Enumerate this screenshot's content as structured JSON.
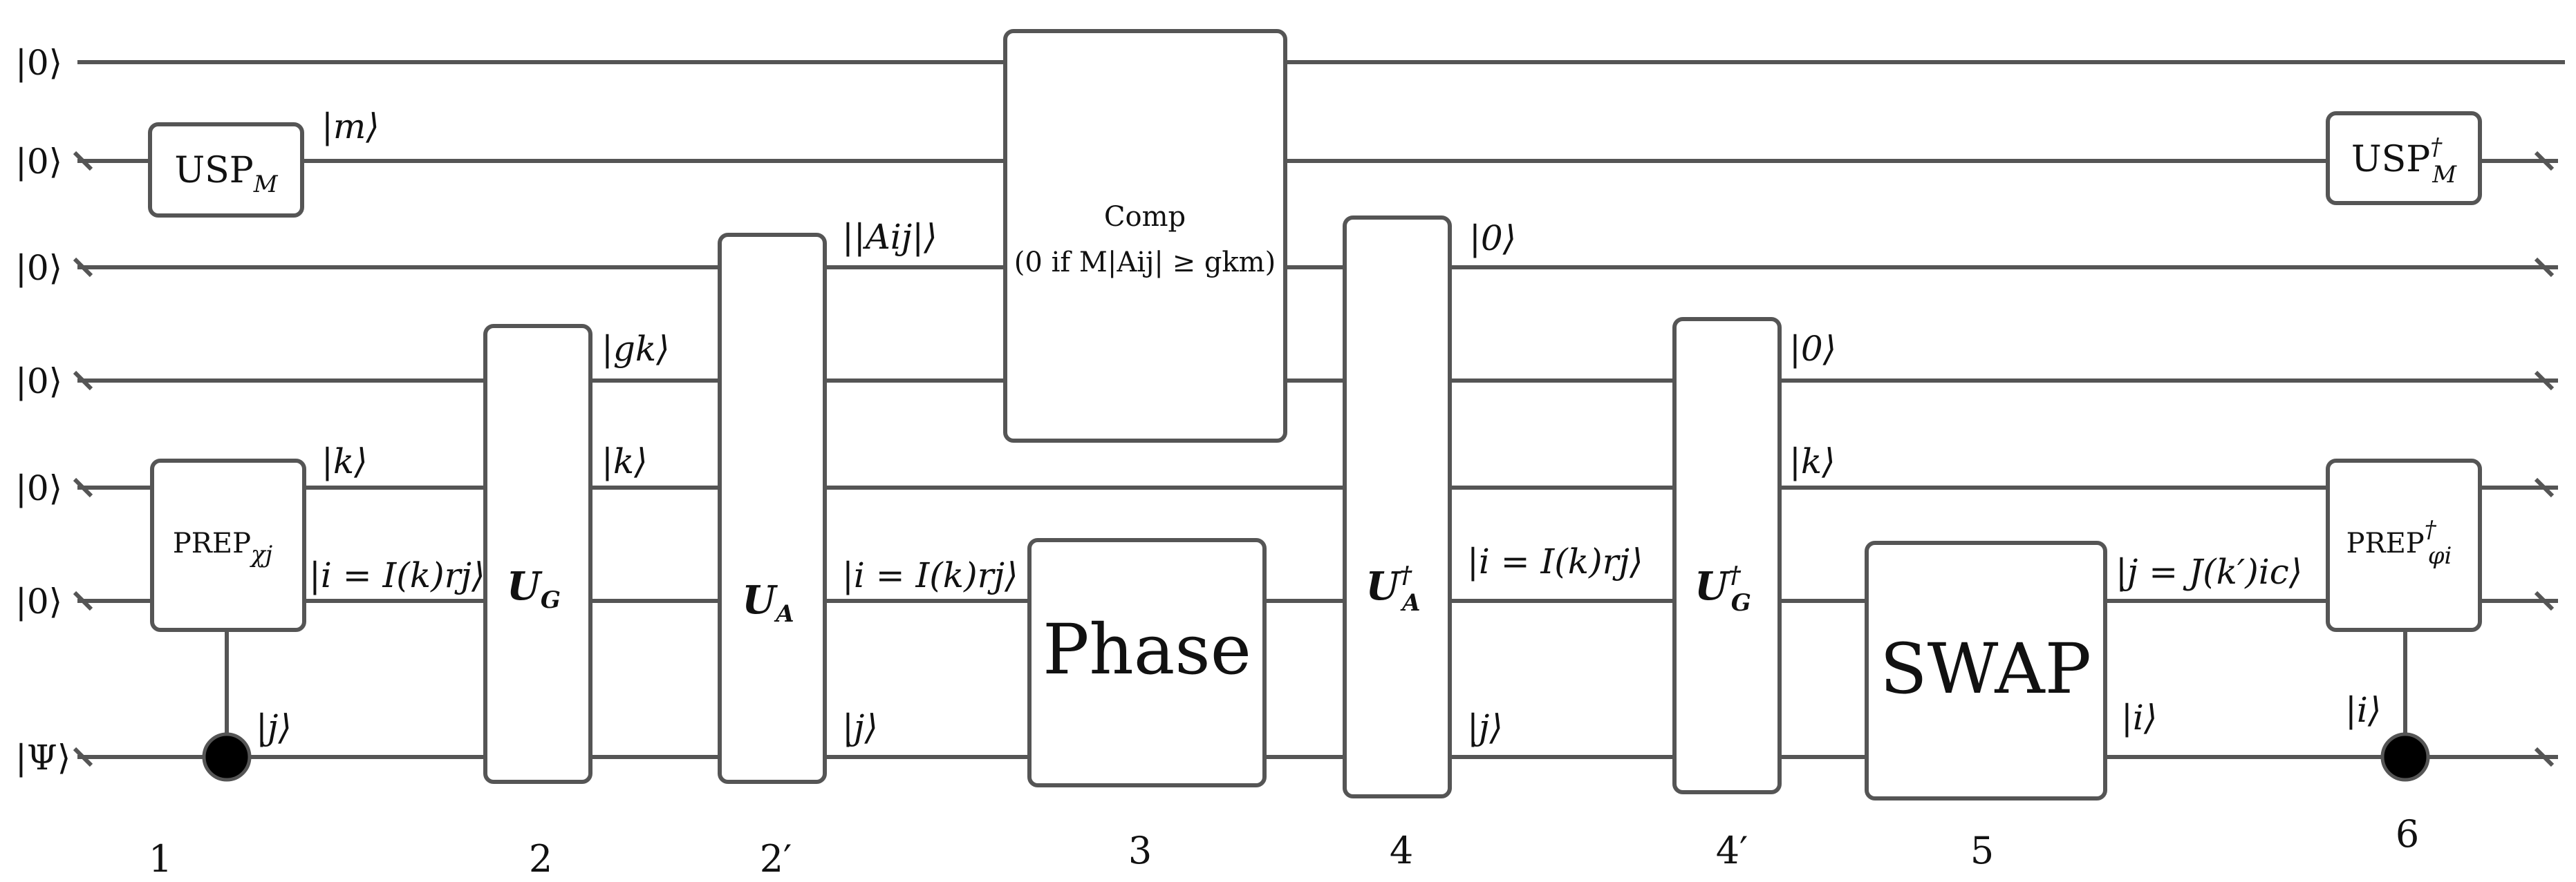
{
  "inputs": [
    "|0⟩",
    "|0⟩",
    "|0⟩",
    "|0⟩",
    "|0⟩",
    "|0⟩",
    "|Ψ⟩"
  ],
  "gates": {
    "usp": "USP",
    "usp_sub": "M",
    "usp_dag": "USP",
    "usp_dag_sup": "†",
    "usp_dag_sub": "M",
    "prep": "PREP",
    "prep_sub": "χj",
    "ug": "U",
    "ug_sub": "G",
    "ua": "U",
    "ua_sub": "A",
    "comp_title": "Comp",
    "comp_cond": "(0 if M|Aij| ≥ gkm)",
    "phase": "Phase",
    "ua_dag": "U",
    "ua_dag_sup": "†",
    "ua_dag_sub": "A",
    "ug_dag": "U",
    "ug_dag_sup": "†",
    "ug_dag_sub": "G",
    "swap": "SWAP",
    "prep_dag": "PREP",
    "prep_dag_sup": "†",
    "prep_dag_sub": "φi"
  },
  "wire_labels": {
    "m": "|m⟩",
    "abs_aij": "||Aij|⟩",
    "gk": "|gk⟩",
    "k1": "|k⟩",
    "k2": "|k⟩",
    "k3": "|k⟩",
    "i_eq_irj_1": "|i = I(k)rj⟩",
    "i_eq_irj_2": "|i = I(k)rj⟩",
    "i_eq_irj_3": "|i = I(k)rj⟩",
    "j1": "|j⟩",
    "j2": "|j⟩",
    "j3": "|j⟩",
    "zero1": "|0⟩",
    "zero2": "|0⟩",
    "j_eq_jic": "|j = J(k′)ic⟩",
    "i_out": "|i⟩",
    "i_ctrl": "|i⟩"
  },
  "steps": [
    "1",
    "2",
    "2′",
    "3",
    "4",
    "4′",
    "5",
    "6"
  ]
}
